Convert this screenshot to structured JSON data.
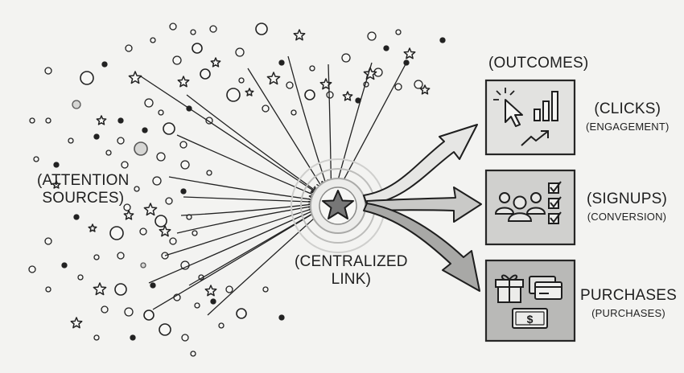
{
  "sources": {
    "title_line1": "(ATTENTION",
    "title_line2": "SOURCES)"
  },
  "link": {
    "title_line1": "(CENTRALIZED",
    "title_line2": "LINK)"
  },
  "outcomes": {
    "title": "(OUTCOMES)",
    "items": [
      {
        "label": "(CLICKS)",
        "sublabel": "(ENGAGEMENT)",
        "icons": [
          "cursor-icon",
          "bar-chart-icon",
          "trend-arrow-icon"
        ]
      },
      {
        "label": "(SIGNUPS)",
        "sublabel": "(CONVERSION)",
        "icons": [
          "people-group-icon",
          "checklist-icon"
        ]
      },
      {
        "label": "PURCHASES",
        "sublabel": "(PURCHASES)",
        "icons": [
          "gift-icon",
          "credit-card-icon",
          "dollar-bill-icon"
        ]
      }
    ]
  },
  "colors": {
    "ink": "#222222",
    "panel_fill_1": "#e2e2e0",
    "panel_fill_2": "#d0d0ce",
    "panel_fill_3": "#b9b9b7",
    "arrow_fill_1": "#e6e6e4",
    "arrow_fill_2": "#c9c9c7",
    "arrow_fill_3": "#a8a8a6",
    "star_fill": "#777777"
  }
}
